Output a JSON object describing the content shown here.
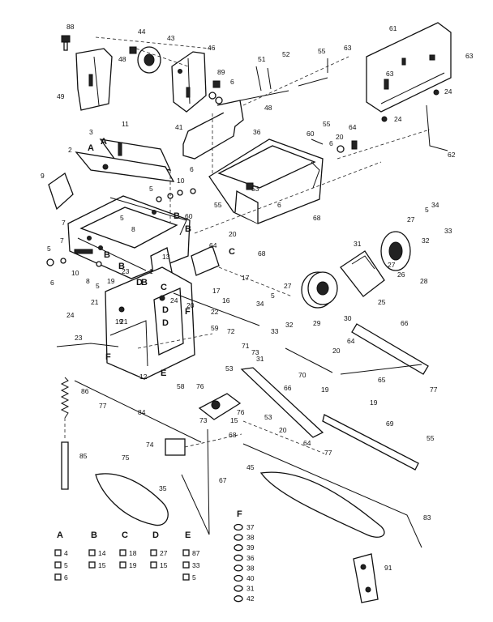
{
  "callouts": [
    {
      "id": "c88",
      "text": "88"
    },
    {
      "id": "c44",
      "text": "44"
    },
    {
      "id": "c43",
      "text": "43"
    },
    {
      "id": "c48a",
      "text": "48"
    },
    {
      "id": "c46",
      "text": "46"
    },
    {
      "id": "c49",
      "text": "49"
    },
    {
      "id": "c89",
      "text": "89"
    },
    {
      "id": "c6a",
      "text": "6"
    },
    {
      "id": "c51",
      "text": "51"
    },
    {
      "id": "c52",
      "text": "52"
    },
    {
      "id": "c55a",
      "text": "55"
    },
    {
      "id": "c63a",
      "text": "63"
    },
    {
      "id": "c61",
      "text": "61"
    },
    {
      "id": "c63b",
      "text": "63"
    },
    {
      "id": "c63c",
      "text": "63"
    },
    {
      "id": "c24a",
      "text": "24"
    },
    {
      "id": "c24b",
      "text": "24"
    },
    {
      "id": "c62",
      "text": "62"
    },
    {
      "id": "c48b",
      "text": "48"
    },
    {
      "id": "c41",
      "text": "41"
    },
    {
      "id": "c36",
      "text": "36"
    },
    {
      "id": "c60a",
      "text": "60"
    },
    {
      "id": "c55b",
      "text": "55"
    },
    {
      "id": "c64a",
      "text": "64"
    },
    {
      "id": "c20a",
      "text": "20"
    },
    {
      "id": "c6b",
      "text": "6"
    },
    {
      "id": "c3",
      "text": "3"
    },
    {
      "id": "c11",
      "text": "11"
    },
    {
      "id": "c2",
      "text": "2"
    },
    {
      "id": "c9",
      "text": "9"
    },
    {
      "id": "c10a",
      "text": "10"
    },
    {
      "id": "c6c",
      "text": "6"
    },
    {
      "id": "c5a",
      "text": "5"
    },
    {
      "id": "c53a",
      "text": "53"
    },
    {
      "id": "c6d",
      "text": "6"
    },
    {
      "id": "c68a",
      "text": "68"
    },
    {
      "id": "c60b",
      "text": "60"
    },
    {
      "id": "c55c",
      "text": "55"
    },
    {
      "id": "c64b",
      "text": "64"
    },
    {
      "id": "c20b",
      "text": "20"
    },
    {
      "id": "c68b",
      "text": "68"
    },
    {
      "id": "c5b",
      "text": "5"
    },
    {
      "id": "c8",
      "text": "8"
    },
    {
      "id": "c7a",
      "text": "7"
    },
    {
      "id": "c7b",
      "text": "7"
    },
    {
      "id": "c5c",
      "text": "5"
    },
    {
      "id": "c10b",
      "text": "10"
    },
    {
      "id": "c5d",
      "text": "5"
    },
    {
      "id": "c6e",
      "text": "6"
    },
    {
      "id": "c8b",
      "text": "8"
    },
    {
      "id": "c1",
      "text": "1"
    },
    {
      "id": "c13",
      "text": "13"
    },
    {
      "id": "c34a",
      "text": "34"
    },
    {
      "id": "c27a",
      "text": "27"
    },
    {
      "id": "c5e",
      "text": "5"
    },
    {
      "id": "c32a",
      "text": "32"
    },
    {
      "id": "c33a",
      "text": "33"
    },
    {
      "id": "c31a",
      "text": "31"
    },
    {
      "id": "c27b",
      "text": "27"
    },
    {
      "id": "c26",
      "text": "26"
    },
    {
      "id": "c28",
      "text": "28"
    },
    {
      "id": "c23",
      "text": "23"
    },
    {
      "id": "c19a",
      "text": "19"
    },
    {
      "id": "c21a",
      "text": "21"
    },
    {
      "id": "c21b",
      "text": "21"
    },
    {
      "id": "c17a",
      "text": "17"
    },
    {
      "id": "c17b",
      "text": "17"
    },
    {
      "id": "c16",
      "text": "16"
    },
    {
      "id": "c22",
      "text": "22"
    },
    {
      "id": "c20c",
      "text": "20"
    },
    {
      "id": "c24c",
      "text": "24"
    },
    {
      "id": "c24d",
      "text": "24"
    },
    {
      "id": "c19b",
      "text": "19"
    },
    {
      "id": "c59",
      "text": "59"
    },
    {
      "id": "c72",
      "text": "72"
    },
    {
      "id": "c34b",
      "text": "34"
    },
    {
      "id": "c5f",
      "text": "5"
    },
    {
      "id": "c27c",
      "text": "27"
    },
    {
      "id": "c32b",
      "text": "32"
    },
    {
      "id": "c33b",
      "text": "33"
    },
    {
      "id": "c29",
      "text": "29"
    },
    {
      "id": "c30",
      "text": "30"
    },
    {
      "id": "c25",
      "text": "25"
    },
    {
      "id": "c66a",
      "text": "66"
    },
    {
      "id": "c71",
      "text": "71"
    },
    {
      "id": "c31b",
      "text": "31"
    },
    {
      "id": "c73a",
      "text": "73"
    },
    {
      "id": "c20d",
      "text": "20"
    },
    {
      "id": "c64c",
      "text": "64"
    },
    {
      "id": "c23b",
      "text": "23"
    },
    {
      "id": "c12",
      "text": "12"
    },
    {
      "id": "c58",
      "text": "58"
    },
    {
      "id": "c70",
      "text": "70"
    },
    {
      "id": "c65",
      "text": "65"
    },
    {
      "id": "c77a",
      "text": "77"
    },
    {
      "id": "c53b",
      "text": "53"
    },
    {
      "id": "c86",
      "text": "86"
    },
    {
      "id": "c77b",
      "text": "77"
    },
    {
      "id": "c76a",
      "text": "76"
    },
    {
      "id": "c66b",
      "text": "66"
    },
    {
      "id": "c19c",
      "text": "19"
    },
    {
      "id": "c19d",
      "text": "19"
    },
    {
      "id": "c84",
      "text": "84"
    },
    {
      "id": "c73b",
      "text": "73"
    },
    {
      "id": "c76b",
      "text": "76"
    },
    {
      "id": "c15",
      "text": "15"
    },
    {
      "id": "c53c",
      "text": "53"
    },
    {
      "id": "c69",
      "text": "69"
    },
    {
      "id": "c68c",
      "text": "68"
    },
    {
      "id": "c20e",
      "text": "20"
    },
    {
      "id": "c64d",
      "text": "64"
    },
    {
      "id": "c74",
      "text": "74"
    },
    {
      "id": "c77c",
      "text": "77"
    },
    {
      "id": "c55d",
      "text": "55"
    },
    {
      "id": "c85",
      "text": "85"
    },
    {
      "id": "c75",
      "text": "75"
    },
    {
      "id": "c67",
      "text": "67"
    },
    {
      "id": "c45",
      "text": "45"
    },
    {
      "id": "c35",
      "text": "35"
    },
    {
      "id": "c83",
      "text": "83"
    },
    {
      "id": "c91",
      "text": "91"
    }
  ],
  "letter_tags": [
    {
      "id": "tA1",
      "text": "A"
    },
    {
      "id": "tA2",
      "text": "A"
    },
    {
      "id": "tB1",
      "text": "B"
    },
    {
      "id": "tB2",
      "text": "B"
    },
    {
      "id": "tB3",
      "text": "B"
    },
    {
      "id": "tB4",
      "text": "B"
    },
    {
      "id": "tB5",
      "text": "B"
    },
    {
      "id": "tC1",
      "text": "C"
    },
    {
      "id": "tC2",
      "text": "C"
    },
    {
      "id": "tD1",
      "text": "D"
    },
    {
      "id": "tD2",
      "text": "D"
    },
    {
      "id": "tD3",
      "text": "D"
    },
    {
      "id": "tE1",
      "text": "E"
    },
    {
      "id": "tF1",
      "text": "F"
    },
    {
      "id": "tF2",
      "text": "F"
    }
  ],
  "legend": {
    "groups": [
      {
        "letter": "A",
        "items": [
          "4",
          "5",
          "6"
        ]
      },
      {
        "letter": "B",
        "items": [
          "14",
          "15"
        ]
      },
      {
        "letter": "C",
        "items": [
          "18",
          "19"
        ]
      },
      {
        "letter": "D",
        "items": [
          "27",
          "15"
        ]
      },
      {
        "letter": "E",
        "items": [
          "87",
          "33",
          "5"
        ]
      }
    ],
    "stack": {
      "letter": "F",
      "items": [
        "37",
        "38",
        "39",
        "36",
        "38",
        "40",
        "31",
        "42"
      ]
    }
  }
}
